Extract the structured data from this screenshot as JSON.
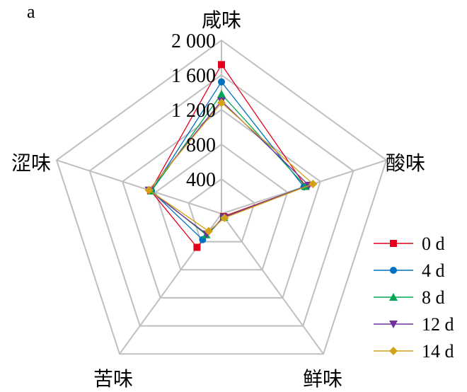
{
  "panel_label": "a",
  "chart_data": {
    "type": "radar",
    "axes": [
      "咸味",
      "酸味",
      "鲜味",
      "苦味",
      "涩味"
    ],
    "r_ticks": [
      "400",
      "800",
      "1 200",
      "1 600",
      "2 000"
    ],
    "r_tick_values": [
      400,
      800,
      1200,
      1600,
      2000
    ],
    "r_range": [
      0,
      2000
    ],
    "grid": true,
    "legend_position": "right",
    "series": [
      {
        "name": "0 d",
        "marker": "square",
        "color": "#e3001b",
        "values": [
          1720,
          1020,
          40,
          480,
          860
        ]
      },
      {
        "name": "4 d",
        "marker": "circle",
        "color": "#0070c0",
        "values": [
          1520,
          1000,
          50,
          370,
          850
        ]
      },
      {
        "name": "8 d",
        "marker": "triangle-up",
        "color": "#00a651",
        "values": [
          1380,
          1020,
          50,
          300,
          850
        ]
      },
      {
        "name": "12 d",
        "marker": "triangle-down",
        "color": "#7030a0",
        "values": [
          1300,
          1060,
          50,
          290,
          880
        ]
      },
      {
        "name": "14 d",
        "marker": "diamond",
        "color": "#d4a017",
        "values": [
          1280,
          1110,
          60,
          250,
          880
        ]
      }
    ]
  }
}
